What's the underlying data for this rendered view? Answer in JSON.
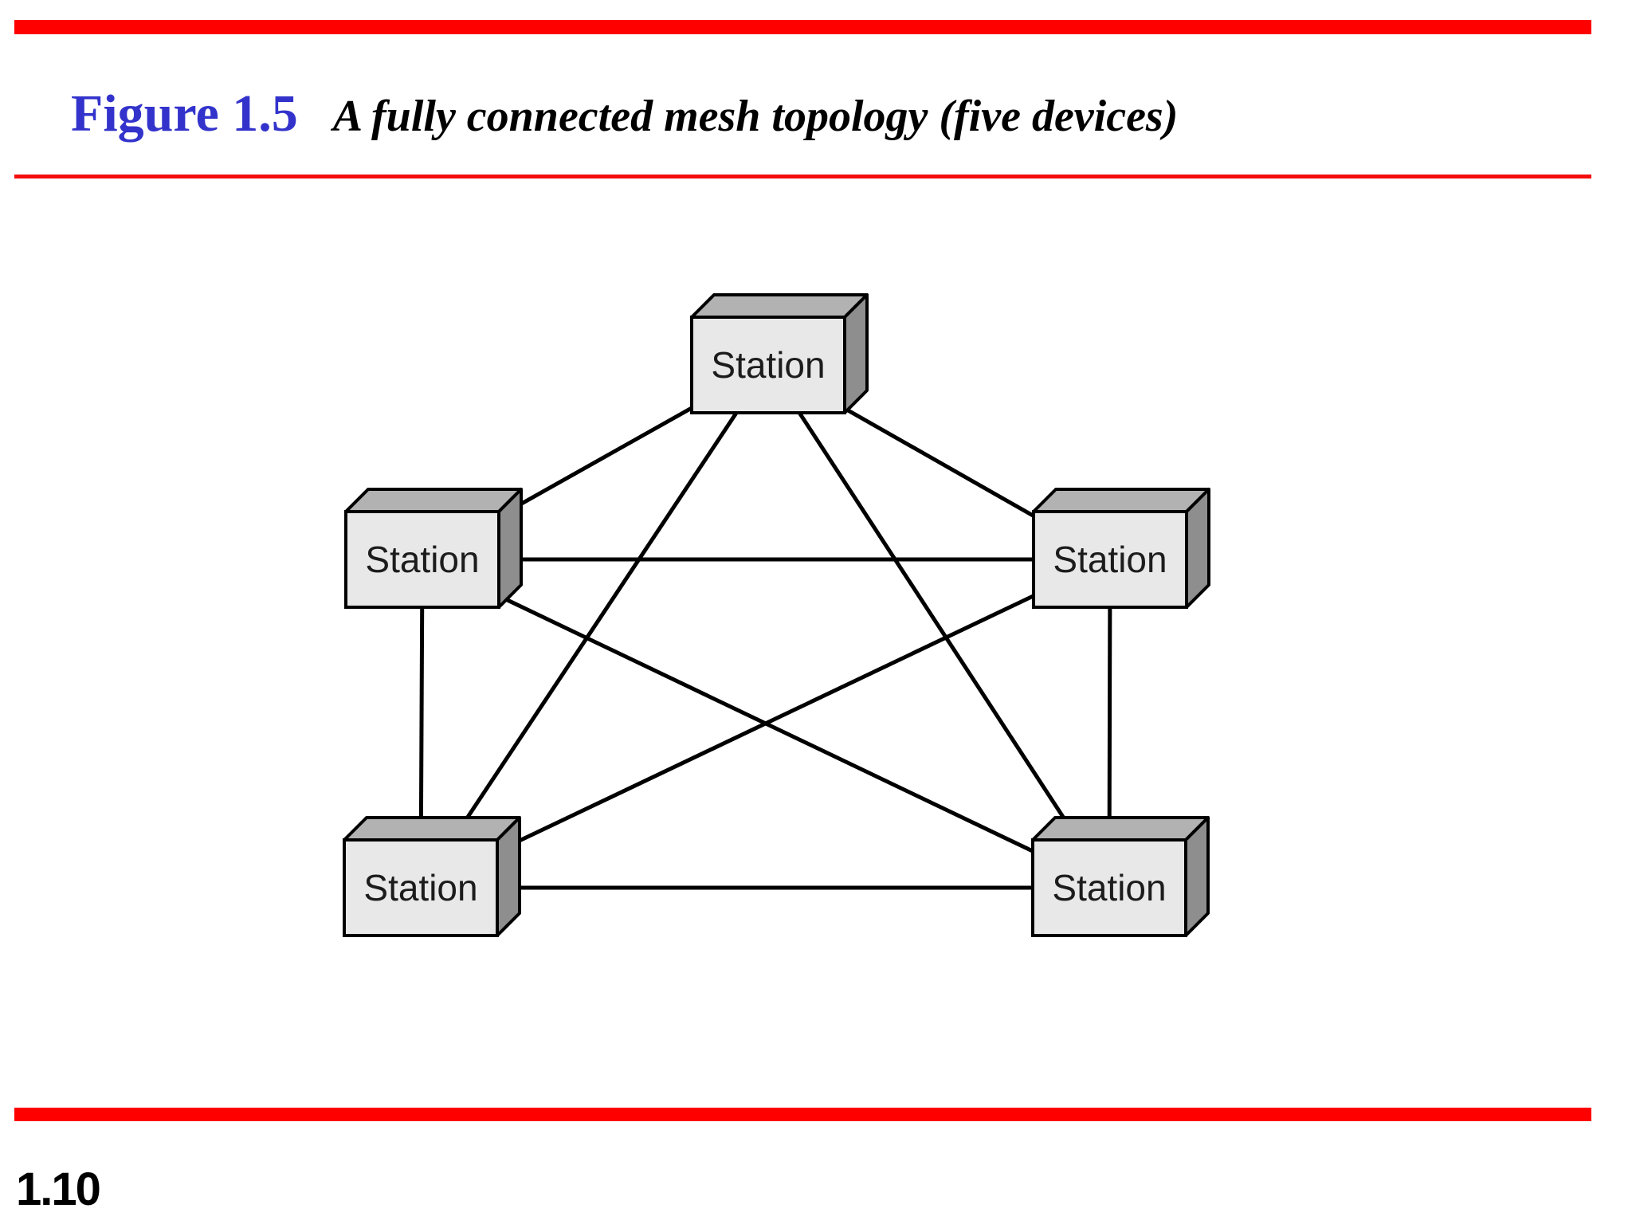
{
  "title": {
    "figure_label": "Figure 1.5",
    "caption": "A fully connected mesh topology (five devices)"
  },
  "footer": {
    "page_number": "1.10"
  },
  "diagram": {
    "type": "network-topology",
    "topology": "fully connected mesh",
    "device_count": 5,
    "stations": [
      {
        "id": "top",
        "label": "Station"
      },
      {
        "id": "mid-left",
        "label": "Station"
      },
      {
        "id": "mid-right",
        "label": "Station"
      },
      {
        "id": "bottom-left",
        "label": "Station"
      },
      {
        "id": "bottom-right",
        "label": "Station"
      }
    ],
    "connections": [
      [
        "top",
        "mid-left"
      ],
      [
        "top",
        "mid-right"
      ],
      [
        "top",
        "bottom-left"
      ],
      [
        "top",
        "bottom-right"
      ],
      [
        "mid-left",
        "mid-right"
      ],
      [
        "mid-left",
        "bottom-left"
      ],
      [
        "mid-left",
        "bottom-right"
      ],
      [
        "mid-right",
        "bottom-left"
      ],
      [
        "mid-right",
        "bottom-right"
      ],
      [
        "bottom-left",
        "bottom-right"
      ]
    ]
  },
  "colors": {
    "accent_red": "#fe0000",
    "rule_red": "#f40d0d",
    "title_blue": "#3333cc",
    "box_front_gray": "#e8e8e8",
    "box_top_gray": "#b2b2b2",
    "box_side_gray": "#8e8e8e",
    "line_black": "#000000"
  }
}
